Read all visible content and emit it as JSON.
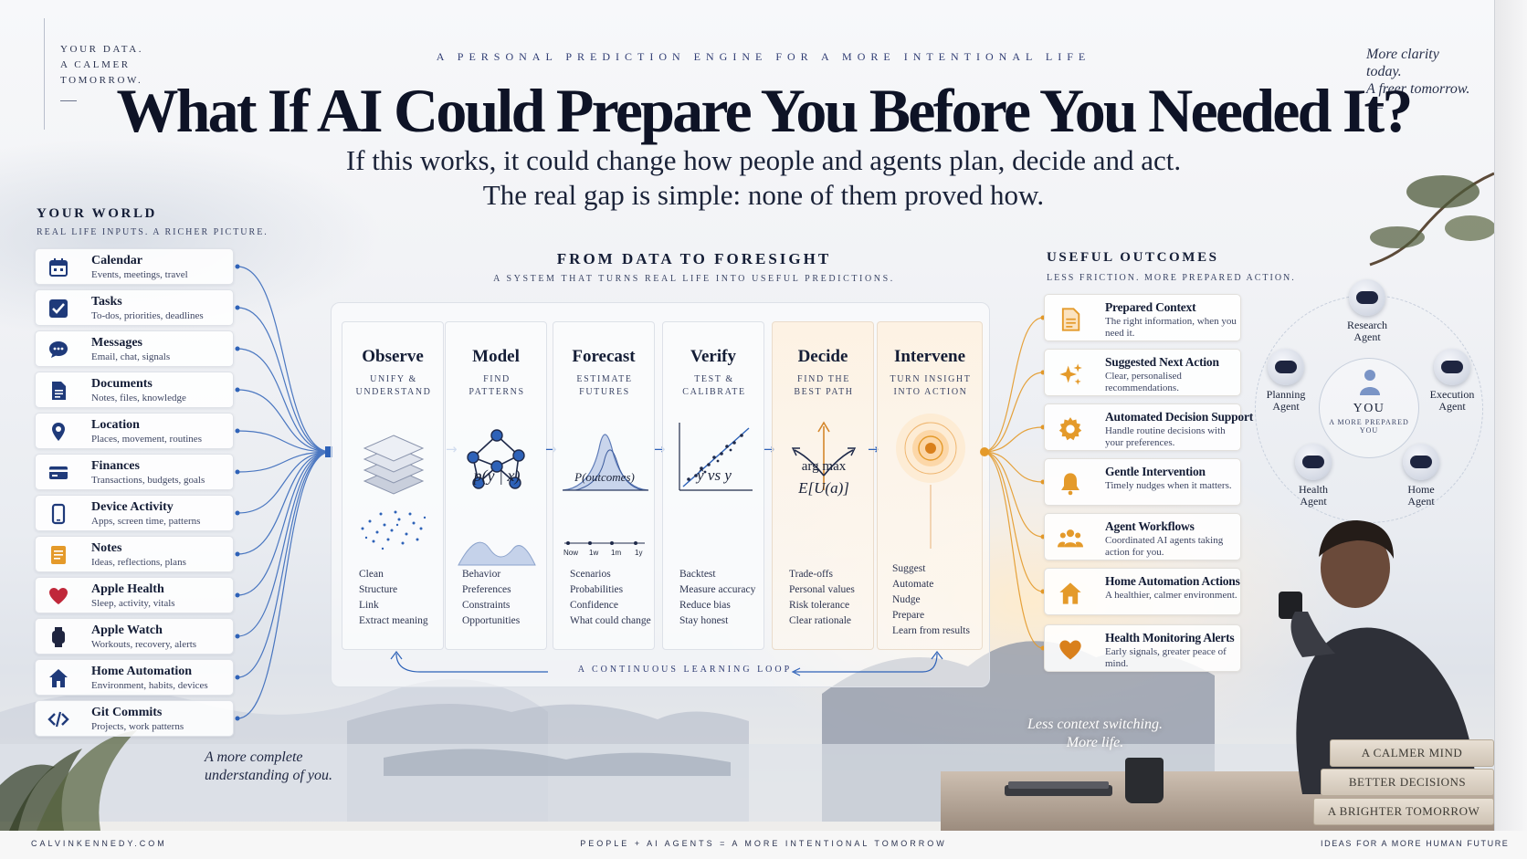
{
  "header": {
    "top_left": [
      "YOUR DATA.",
      "A CALMER",
      "TOMORROW."
    ],
    "top_right": [
      "More clarity",
      "today.",
      "A freer tomorrow."
    ],
    "kicker": "A PERSONAL PREDICTION ENGINE FOR A MORE INTENTIONAL LIFE",
    "headline": "What If AI Could Prepare You Before You Needed It?",
    "subtitle_line1": "If this works, it could change how people and agents plan, decide and act.",
    "subtitle_line2": "The real gap is simple: none of them proved how."
  },
  "your_world": {
    "title": "YOUR WORLD",
    "subtitle": "REAL LIFE INPUTS. A RICHER PICTURE.",
    "items": [
      {
        "title": "Calendar",
        "desc": "Events, meetings, travel",
        "icon": "calendar-icon"
      },
      {
        "title": "Tasks",
        "desc": "To-dos, priorities, deadlines",
        "icon": "checkbox-icon"
      },
      {
        "title": "Messages",
        "desc": "Email, chat, signals",
        "icon": "chat-bubble-icon"
      },
      {
        "title": "Documents",
        "desc": "Notes, files, knowledge",
        "icon": "document-icon"
      },
      {
        "title": "Location",
        "desc": "Places, movement, routines",
        "icon": "location-pin-icon"
      },
      {
        "title": "Finances",
        "desc": "Transactions, budgets, goals",
        "icon": "credit-card-icon"
      },
      {
        "title": "Device Activity",
        "desc": "Apps, screen time, patterns",
        "icon": "phone-icon"
      },
      {
        "title": "Notes",
        "desc": "Ideas, reflections, plans",
        "icon": "notepad-icon"
      },
      {
        "title": "Apple Health",
        "desc": "Sleep, activity, vitals",
        "icon": "heart-icon"
      },
      {
        "title": "Apple Watch",
        "desc": "Workouts, recovery, alerts",
        "icon": "watch-icon"
      },
      {
        "title": "Home Automation",
        "desc": "Environment, habits, devices",
        "icon": "house-icon"
      },
      {
        "title": "Git Commits",
        "desc": "Projects, work patterns",
        "icon": "code-brackets-icon"
      }
    ],
    "note": [
      "A more complete",
      "understanding of you."
    ]
  },
  "pipeline": {
    "title": "FROM DATA TO FORESIGHT",
    "subtitle": "A SYSTEM THAT TURNS REAL LIFE INTO USEFUL PREDICTIONS.",
    "stages": [
      {
        "name": "Observe",
        "tag": [
          "UNIFY &",
          "UNDERSTAND"
        ],
        "formula": "",
        "items": [
          "Clean",
          "Structure",
          "Link",
          "Extract meaning"
        ]
      },
      {
        "name": "Model",
        "tag": [
          "FIND",
          "PATTERNS"
        ],
        "formula": "p(y | x)",
        "items": [
          "Behavior",
          "Preferences",
          "Constraints",
          "Opportunities"
        ]
      },
      {
        "name": "Forecast",
        "tag": [
          "ESTIMATE",
          "FUTURES"
        ],
        "formula": "P(outcomes)",
        "timeline": [
          "Now",
          "1w",
          "1m",
          "1y"
        ],
        "items": [
          "Scenarios",
          "Probabilities",
          "Confidence",
          "What could change"
        ]
      },
      {
        "name": "Verify",
        "tag": [
          "TEST &",
          "CALIBRATE"
        ],
        "formula": "ŷ vs y",
        "items": [
          "Backtest",
          "Measure accuracy",
          "Reduce bias",
          "Stay honest"
        ]
      },
      {
        "name": "Decide",
        "tag": [
          "FIND THE",
          "BEST PATH"
        ],
        "formula": "arg max",
        "formula2": "E[U(a)]",
        "items": [
          "Trade-offs",
          "Personal values",
          "Risk tolerance",
          "Clear rationale"
        ]
      },
      {
        "name": "Intervene",
        "tag": [
          "TURN INSIGHT",
          "INTO ACTION"
        ],
        "formula": "",
        "items": [
          "Suggest",
          "Automate",
          "Nudge",
          "Prepare",
          "Learn from results"
        ]
      }
    ],
    "loop_label": "A CONTINUOUS LEARNING LOOP"
  },
  "outcomes": {
    "title": "USEFUL OUTCOMES",
    "subtitle": "LESS FRICTION. MORE PREPARED ACTION.",
    "items": [
      {
        "title": "Prepared Context",
        "desc": "The right information, when you need it.",
        "icon": "document-icon"
      },
      {
        "title": "Suggested Next Action",
        "desc": "Clear, personalised recommendations.",
        "icon": "sparkle-icon"
      },
      {
        "title": "Automated Decision Support",
        "desc": "Handle routine decisions with your preferences.",
        "icon": "gear-icon"
      },
      {
        "title": "Gentle Intervention",
        "desc": "Timely nudges when it matters.",
        "icon": "bell-icon"
      },
      {
        "title": "Agent Workflows",
        "desc": "Coordinated AI agents taking action for you.",
        "icon": "people-icon"
      },
      {
        "title": "Home Automation Actions",
        "desc": "A healthier, calmer environment.",
        "icon": "house-icon"
      },
      {
        "title": "Health Monitoring Alerts",
        "desc": "Early signals, greater peace of mind.",
        "icon": "heart-icon"
      }
    ],
    "note": [
      "Less context switching.",
      "More life."
    ]
  },
  "agents": {
    "center_label": "YOU",
    "center_sub": [
      "A MORE PREPARED",
      "YOU"
    ],
    "list": [
      {
        "label": [
          "Research",
          "Agent"
        ]
      },
      {
        "label": [
          "Planning",
          "Agent"
        ]
      },
      {
        "label": [
          "Execution",
          "Agent"
        ]
      },
      {
        "label": [
          "Health",
          "Agent"
        ]
      },
      {
        "label": [
          "Home",
          "Agent"
        ]
      }
    ]
  },
  "books": [
    "A CALMER MIND",
    "BETTER DECISIONS",
    "A BRIGHTER TOMORROW"
  ],
  "footer": {
    "left": "CALVINKENNEDY.COM",
    "center": "PEOPLE + AI AGENTS = A MORE INTENTIONAL TOMORROW",
    "right": "IDEAS FOR A MORE HUMAN FUTURE"
  },
  "colors": {
    "navy": "#1f3a7a",
    "blue_accent": "#2e62b8",
    "orange_accent": "#e49a2a",
    "heart_red": "#c0283a"
  }
}
